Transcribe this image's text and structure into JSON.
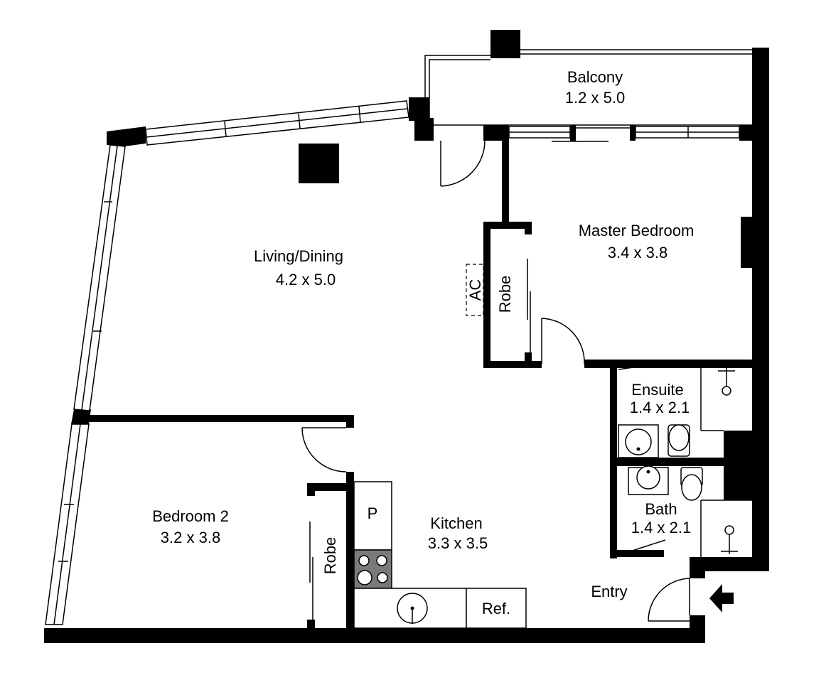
{
  "rooms": {
    "balcony": {
      "name": "Balcony",
      "size": "1.2 x 5.0"
    },
    "living": {
      "name": "Living/Dining",
      "size": "4.2 x 5.0"
    },
    "master": {
      "name": "Master Bedroom",
      "size": "3.4 x 3.8"
    },
    "ensuite": {
      "name": "Ensuite",
      "size": "1.4 x 2.1"
    },
    "bath": {
      "name": "Bath",
      "size": "1.4 x 2.1"
    },
    "bedroom2": {
      "name": "Bedroom 2",
      "size": "3.2 x 3.8"
    },
    "kitchen": {
      "name": "Kitchen",
      "size": "3.3 x 3.5"
    }
  },
  "labels": {
    "entry": "Entry",
    "robe_master": "Robe",
    "robe_bed2": "Robe",
    "ac": "AC",
    "pantry": "P",
    "fridge": "Ref."
  },
  "icons": {
    "entry_marker": "arrow-right-icon"
  },
  "colors": {
    "wall": "#000000",
    "background": "#ffffff",
    "cooktop": "#7a7a7a"
  }
}
